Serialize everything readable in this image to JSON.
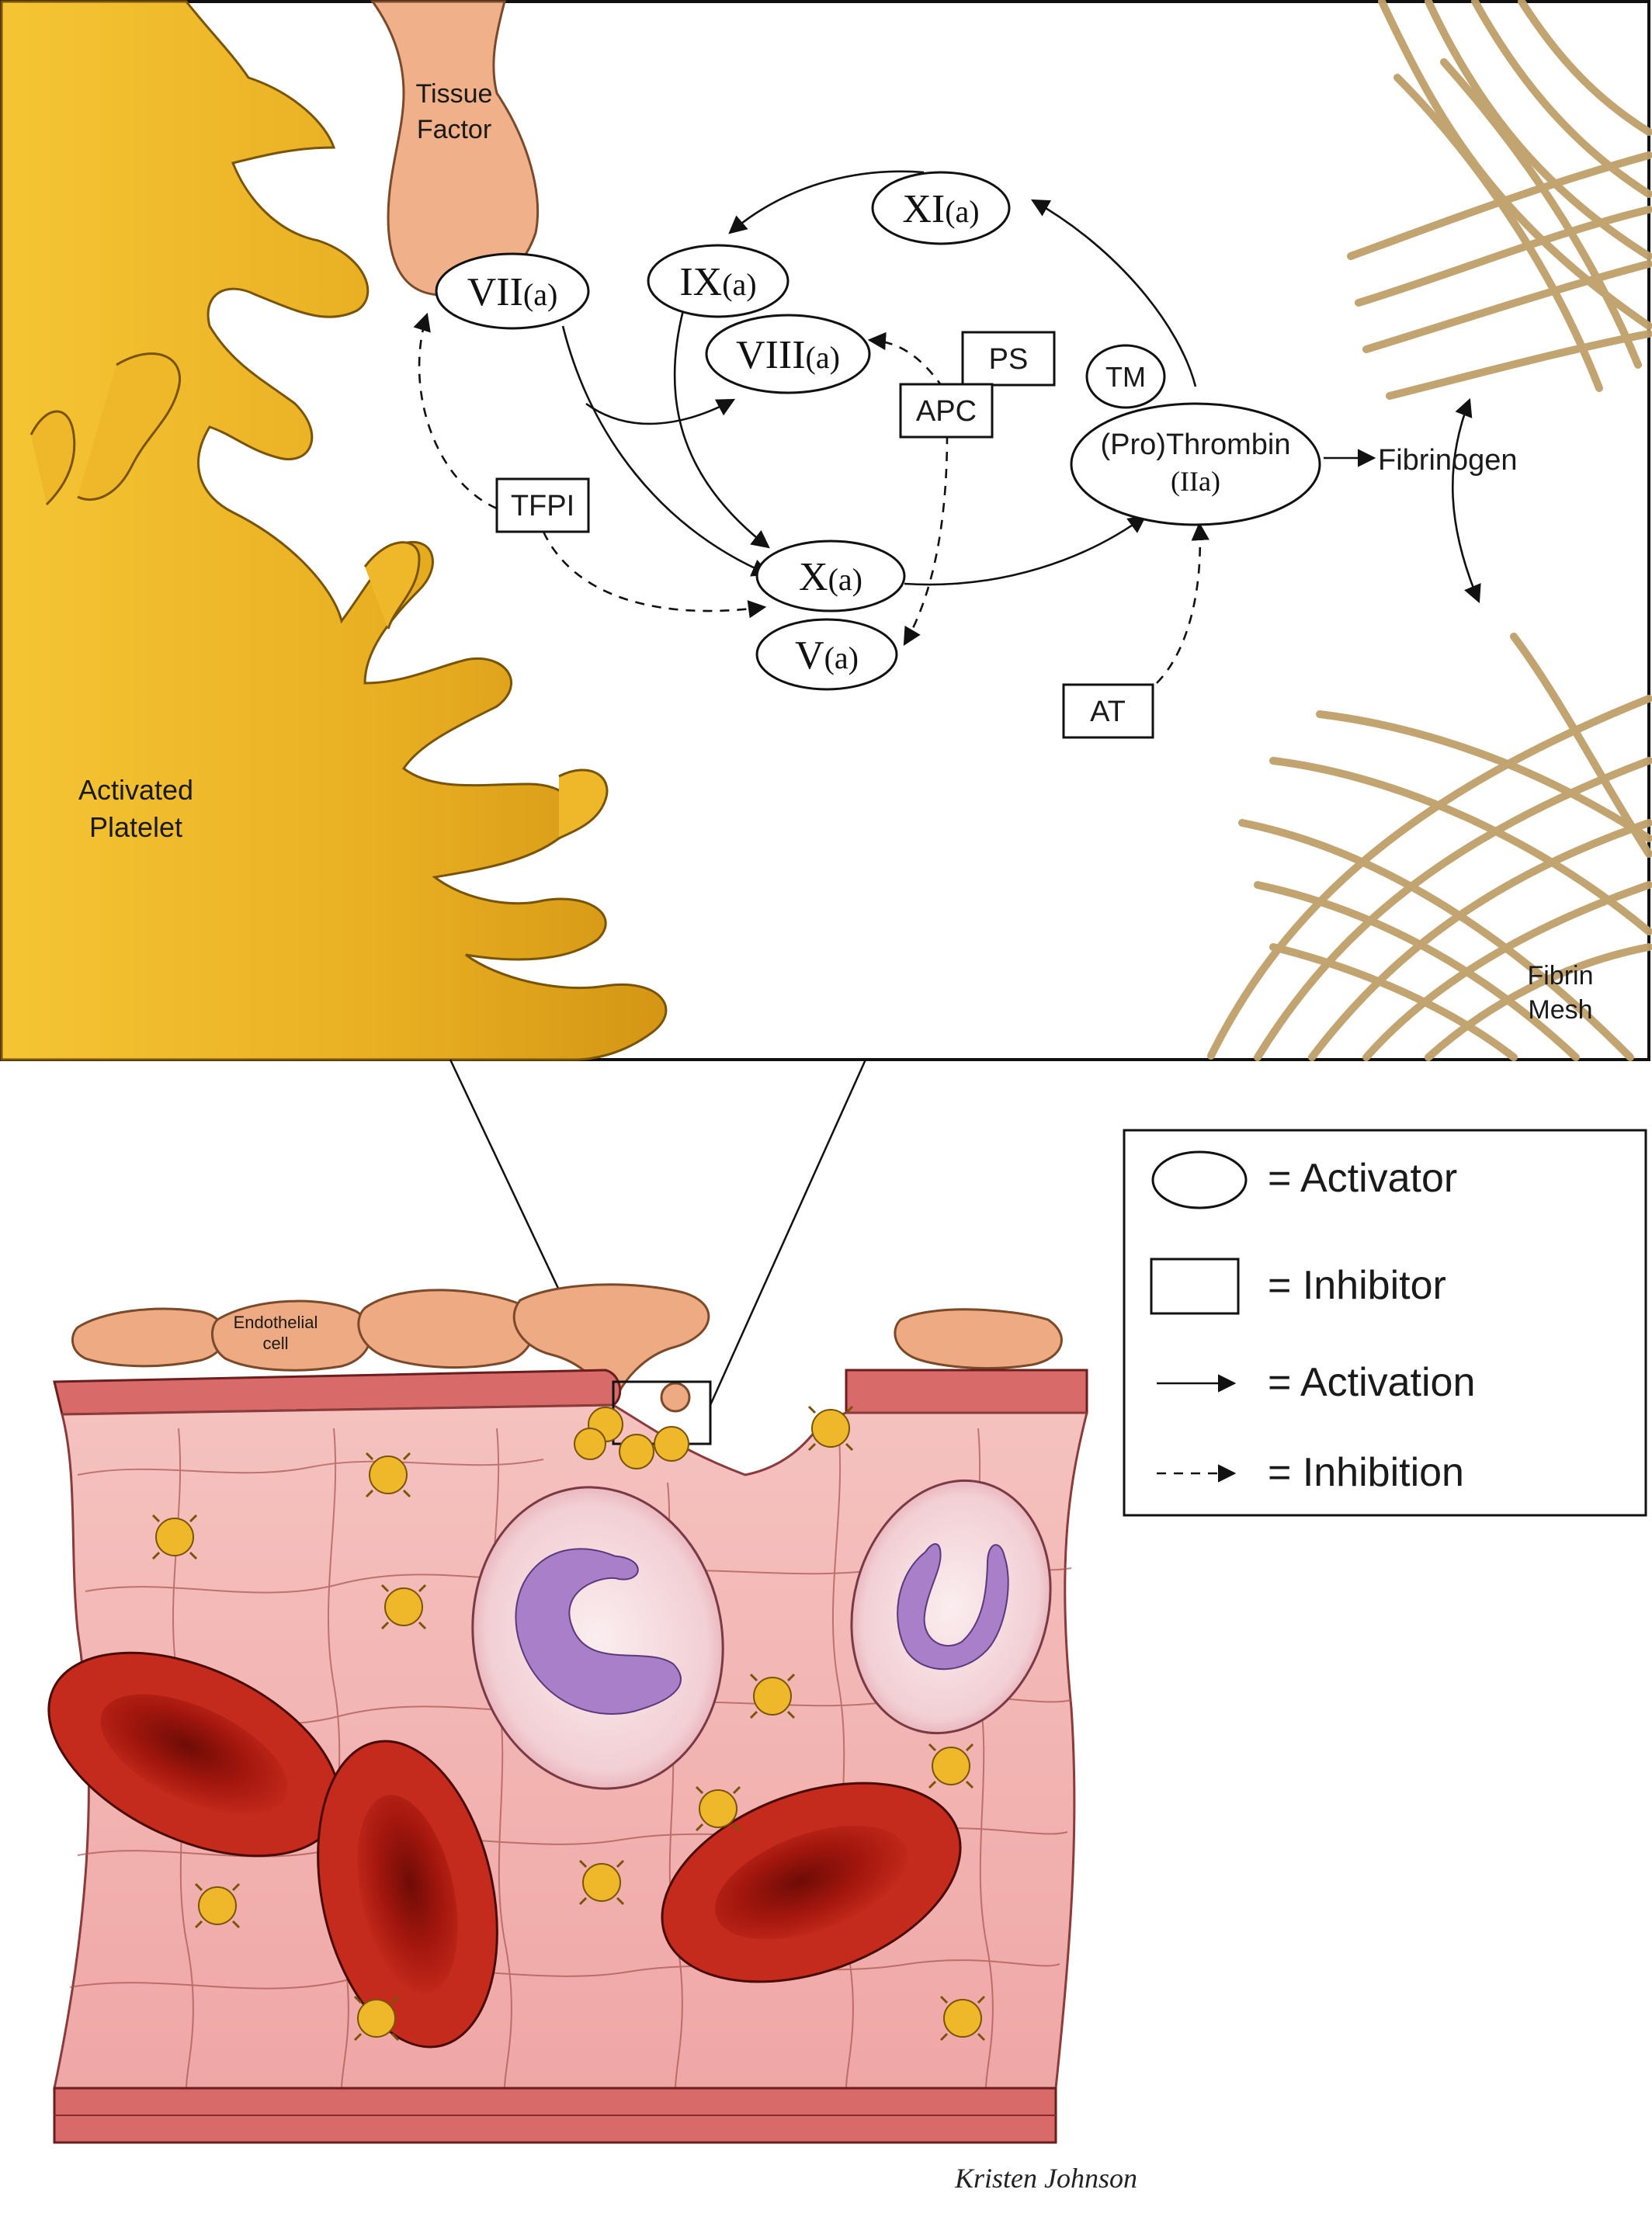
{
  "top_panel": {
    "tissue_factor": [
      "Tissue",
      "Factor"
    ],
    "activated_platelet": [
      "Activated",
      "Platelet"
    ],
    "fibrin_mesh": [
      "Fibrin",
      "Mesh"
    ],
    "fibrinogen": "Fibrinogen"
  },
  "nodes": {
    "viia": {
      "prefix": "VII",
      "suffix": "(a)"
    },
    "ixa": {
      "prefix": "IX",
      "suffix": "(a)"
    },
    "xia": {
      "prefix": "XI",
      "suffix": "(a)"
    },
    "viiia": {
      "prefix": "VIII",
      "suffix": "(a)"
    },
    "xa": {
      "prefix": "X",
      "suffix": "(a)"
    },
    "va": {
      "prefix": "V",
      "suffix": "(a)"
    },
    "tm": "TM",
    "thrombin_line1": "(Pro)Thrombin",
    "thrombin_line2": "(IIa)"
  },
  "inhibitors": {
    "tfpi": "TFPI",
    "apc": "APC",
    "ps": "PS",
    "at": "AT"
  },
  "bottom_panel": {
    "endothelial_cell": [
      "Endothelial",
      "cell"
    ]
  },
  "legend": {
    "activator": "= Activator",
    "inhibitor": "= Inhibitor",
    "activation": "= Activation",
    "inhibition": "= Inhibition"
  },
  "signature": "Kristen Johnson",
  "colors": {
    "platelet_gold": "#e9b324",
    "tissue_factor": "#f0b08a",
    "fibrin": "#c9ad78",
    "vessel_pink": "#f2b3b0",
    "rbc_red": "#b31b12",
    "wbc_purple": "#a97fc9"
  }
}
